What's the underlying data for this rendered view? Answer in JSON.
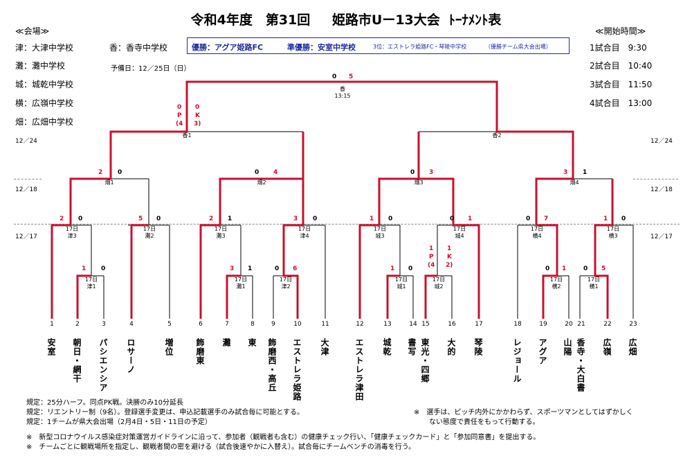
{
  "title": "令和4年度　第31回　 姫路市Uー13大会 ﾄｰﾅﾒﾝﾄ表",
  "venue_header": "≪会場≫",
  "venues": [
    "津：大津中学校",
    "灘：灘中学校",
    "城：城乾中学校",
    "横：広嶺中学校",
    "畑：広畑中学校"
  ],
  "venue_extra": "香：香寺中学校",
  "reserve_day": "予備日：12／25日（日）",
  "time_header": "≪開始時間≫",
  "times": [
    "1試合目　9:30",
    "2試合目　10:40",
    "3試合目　11:50",
    "4試合目　13:00"
  ],
  "results": {
    "winner": "優勝：アグア姫路FC",
    "runner_up": "準優勝：安室中学校",
    "third": "3位：エストレラ姫路FC・琴陵中学校",
    "note": "（優勝チーム県大会出場）"
  },
  "dates": {
    "d24": "12／24",
    "d18": "12／18",
    "d17": "12／17"
  },
  "teams": [
    {
      "num": "1",
      "name": "安室"
    },
    {
      "num": "2",
      "name": "朝日・網干"
    },
    {
      "num": "3",
      "name": "パシエンシア"
    },
    {
      "num": "4",
      "name": "ロサーノ"
    },
    {
      "num": "5",
      "name": "増位"
    },
    {
      "num": "6",
      "name": "飾磨東"
    },
    {
      "num": "7",
      "name": "灘"
    },
    {
      "num": "8",
      "name": "東"
    },
    {
      "num": "9",
      "name": "飾磨西・高丘"
    },
    {
      "num": "10",
      "name": "エストレラ姫路"
    },
    {
      "num": "11",
      "name": "大津"
    },
    {
      "num": "12",
      "name": "エストレラ津田"
    },
    {
      "num": "13",
      "name": "城乾"
    },
    {
      "num": "14",
      "name": "書写"
    },
    {
      "num": "15",
      "name": "東光・四郷"
    },
    {
      "num": "16",
      "name": "大的"
    },
    {
      "num": "17",
      "name": "琴陵"
    },
    {
      "num": "18",
      "name": "レジョール"
    },
    {
      "num": "19",
      "name": "アグア"
    },
    {
      "num": "20",
      "name": "山陽"
    },
    {
      "num": "21",
      "name": "香寺・大白書"
    },
    {
      "num": "22",
      "name": "広嶺"
    },
    {
      "num": "23",
      "name": "広畑"
    }
  ],
  "games": {
    "final": "香",
    "final_time": "13:15",
    "sf1": "香1",
    "sf2": "香2",
    "qf1": "畑1",
    "qf2": "畑2",
    "qf3": "畑3",
    "qf4": "畑4",
    "day": "17日",
    "r1a": "津3",
    "r1b": "灘2",
    "r1c": "灘3",
    "r1d": "津4",
    "r1e": "城3",
    "r1f": "城4",
    "r1g": "横4",
    "r1h": "横3",
    "r0a": "津1",
    "r0b": "灘1",
    "r0c": "津2",
    "r0d": "城1",
    "r0e": "城2",
    "r0f": "横2",
    "r0g": "横1"
  },
  "scores": {
    "final_l": "0",
    "final_r": "5",
    "sf1_l": "0",
    "sf1_r": "0",
    "sf1_pk_l": "P",
    "sf1_pk_r": "K",
    "sf1_pks_l": "(4",
    "sf1_pks_r": "3)",
    "qf1_l": "2",
    "qf1_r": "0",
    "qf2_l": "0",
    "qf2_r": "4",
    "qf3_l": "0",
    "qf3_r": "3",
    "qf4_l": "3",
    "qf4_r": "1",
    "r1a_l": "2",
    "r1a_r": "0",
    "r1b_l": "5",
    "r1b_r": "0",
    "r1c_l": "2",
    "r1c_r": "1",
    "r1d_l": "3",
    "r1d_r": "0",
    "r1e_l": "1",
    "r1e_r": "0",
    "r1f_l": "0",
    "r1f_r": "1",
    "r1g_l": "0",
    "r1g_r": "7",
    "r1h_l": "1",
    "r1h_r": "0",
    "r0a_l": "1",
    "r0a_r": "0",
    "r0b_l": "3",
    "r0b_r": "1",
    "r0c_l": "0",
    "r0c_r": "6",
    "r0d_l": "1",
    "r0d_r": "0",
    "r0e_l": "1",
    "r0e_r": "1",
    "r0e_pk_l": "P",
    "r0e_pk_r": "K",
    "r0e_pks_l": "(4",
    "r0e_pks_r": "2)",
    "r0f_l": "0",
    "r0f_r": "1",
    "r0g_l": "0",
    "r0g_r": "5"
  },
  "footer": {
    "rule1": "規定：25分ハーフ。同点PK戦。決勝のみ10分延長",
    "rule2": "規定：リエントリー制（9名）。登録選手変更は、申込記載選手のみ試合毎に可能とする。",
    "rule3": "規定：1チームが県大会出場（2月4日・5日・11日の予定）",
    "note1": "※　選手は、ピッチ内外にかかわらず、スポーツマンとしてはずかしく",
    "note1b": "ない態度で責任をもって行動する。",
    "note2": "※　新型コロナウイルス感染症対策運営ガイドラインに沿って、参加者（観戦者も含む）の健康チェック行い、「健康チェックカード」と「参加同意書」を提出する。",
    "note3": "※　チームごとに観戦場所を指定し、観戦者間の密を避ける（試合後速やかに入替え）。試合毎にチームベンチの消毒を行う。"
  },
  "colors": {
    "win_line": "#c8102e",
    "box": "#1c2a9e"
  }
}
